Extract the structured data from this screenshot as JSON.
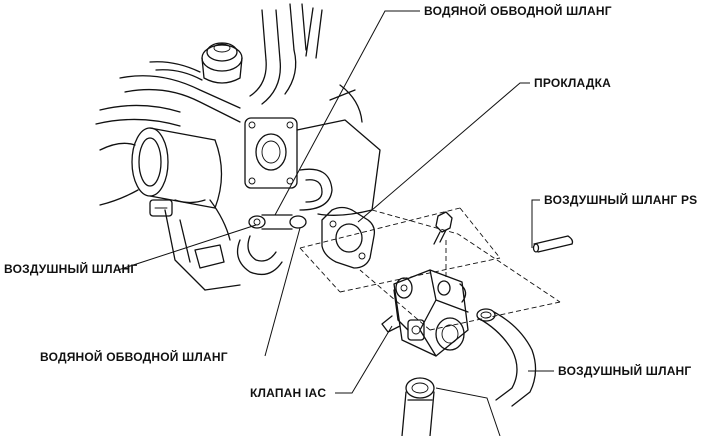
{
  "labels": {
    "water_bypass_hose_top": "ВОДЯНОЙ ОБВОДНОЙ ШЛАНГ",
    "gasket": "ПРОКЛАДКА",
    "air_hose_ps": "ВОЗДУШНЫЙ ШЛАНГ PS",
    "air_hose_left": "ВОЗДУШНЫЙ ШЛАНГ",
    "water_bypass_hose_bottom": "ВОДЯНОЙ ОБВОДНОЙ ШЛАНГ",
    "iac_valve": "КЛАПАН IAC",
    "air_hose_right": "ВОЗДУШНЫЙ ШЛАНГ"
  }
}
